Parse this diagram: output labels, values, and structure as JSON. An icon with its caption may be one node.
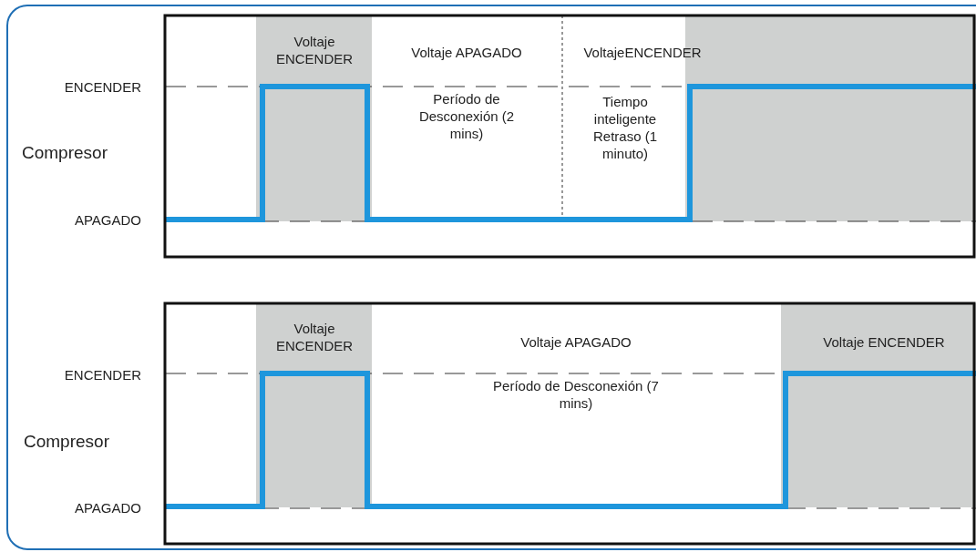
{
  "diagram": {
    "labels": [
      "Voltaje ENCENDER",
      "Voltaje APAGADO",
      "VoltajeENCENDER",
      "ENCENDER",
      "Período de Desconexión (2 mins)",
      "Tiempo inteligente Retraso (1 minuto)",
      "Compresor",
      "APAGADO",
      "Voltaje ENCENDER",
      "Voltaje APAGADO",
      "Voltaje ENCENDER",
      "ENCENDER",
      "Período de Desconexión (7 mins)",
      "Compresor",
      "APAGADO"
    ]
  }
}
